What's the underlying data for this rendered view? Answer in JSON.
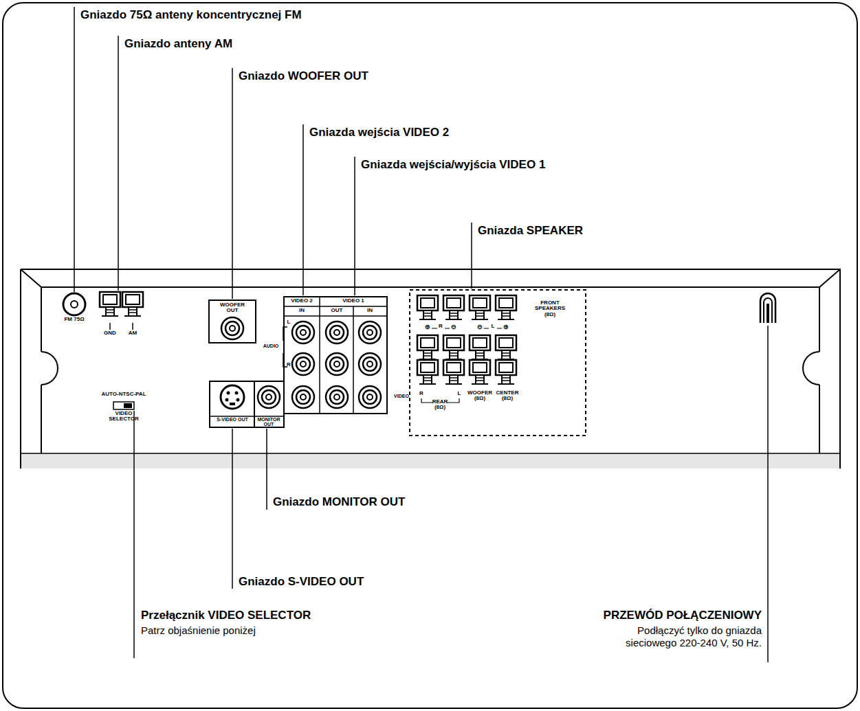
{
  "diagram": {
    "labels": [
      "Gniazdo 75Ω anteny koncentrycznej FM",
      "Gniazdo anteny AM",
      "Gniazdo WOOFER OUT",
      "Gniazda wejścia VIDEO 2",
      "Gniazda wejścia/wyjścia VIDEO 1",
      "Gniazda SPEAKER",
      "FM 75Ω",
      "GND",
      "AM",
      "WOOFER OUT",
      "VIDEO 2",
      "VIDEO 1",
      "IN",
      "OUT",
      "IN",
      "L",
      "AUDIO",
      "R",
      "VIDEO",
      "AUTO-NTSC-PAL",
      "VIDEO SELECTOR",
      "S-VIDEO OUT",
      "MONITOR OUT",
      "FRONT SPEAKERS (8Ω)",
      "⊕",
      "R",
      "⊖",
      "⊖",
      "L",
      "⊕",
      "R",
      "L",
      "REAR (8Ω)",
      "WOOFER (8Ω)",
      "CENTER (8Ω)",
      "Gniazdo MONITOR OUT",
      "Gniazdo S-VIDEO OUT",
      "Przełącznik VIDEO SELECTOR",
      "Patrz objaśnienie poniżej",
      "PRZEWÓD POŁĄCZENIOWY",
      "Podłączyć tylko do gniazda sieciowego 220-240 V, 50 Hz."
    ]
  }
}
